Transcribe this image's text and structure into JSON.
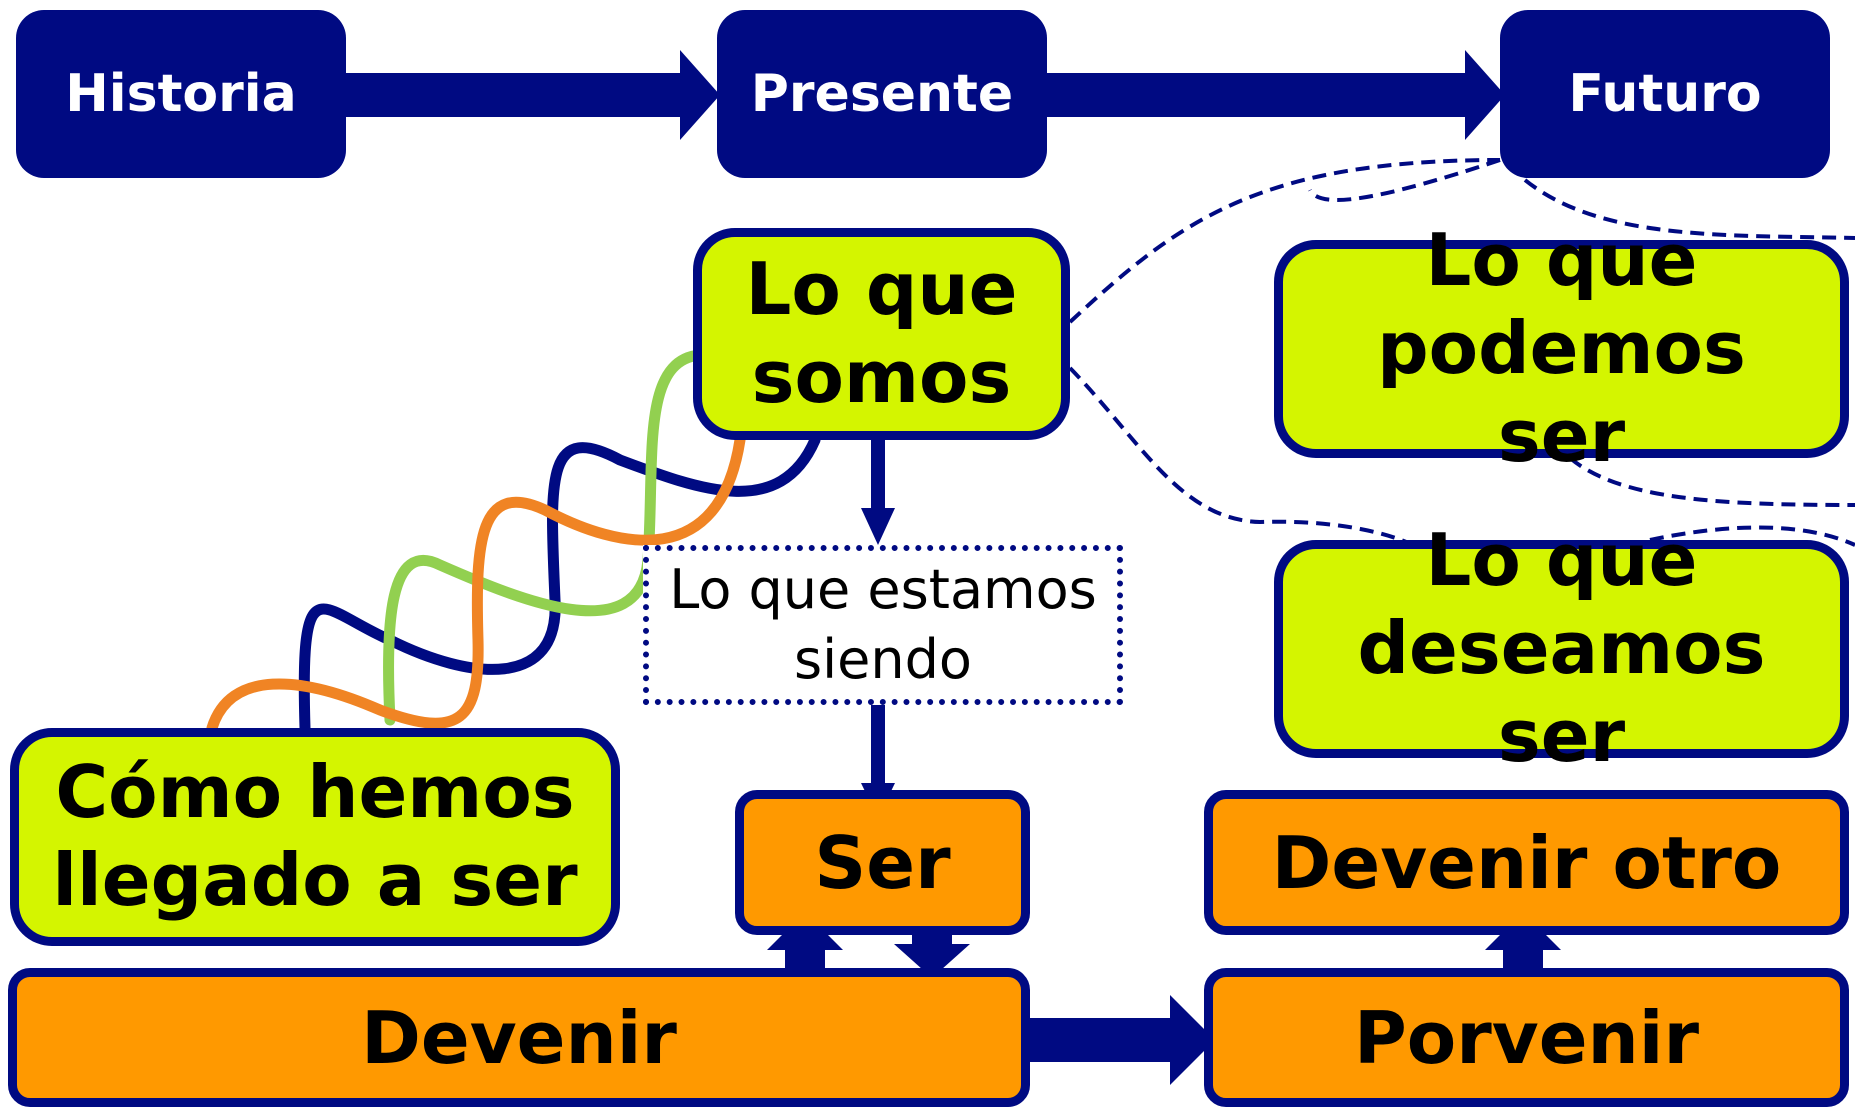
{
  "colors": {
    "navy": "#000a82",
    "lime": "#d4f500",
    "orange": "#ff9900",
    "helix_green": "#92d050",
    "helix_orange": "#f08424",
    "text": "#000000"
  },
  "timeline": {
    "historia": "Historia",
    "presente": "Presente",
    "futuro": "Futuro"
  },
  "nodes": {
    "lo_que_somos": "Lo que somos",
    "lo_que_estamos_siendo": "Lo que estamos siendo",
    "lo_que_podemos_ser": "Lo que podemos ser",
    "lo_que_deseamos_ser": "Lo que deseamos ser",
    "como_hemos_llegado": "Cómo hemos llegado a ser",
    "ser": "Ser",
    "devenir_otro": "Devenir otro",
    "devenir": "Devenir",
    "porvenir": "Porvenir"
  }
}
